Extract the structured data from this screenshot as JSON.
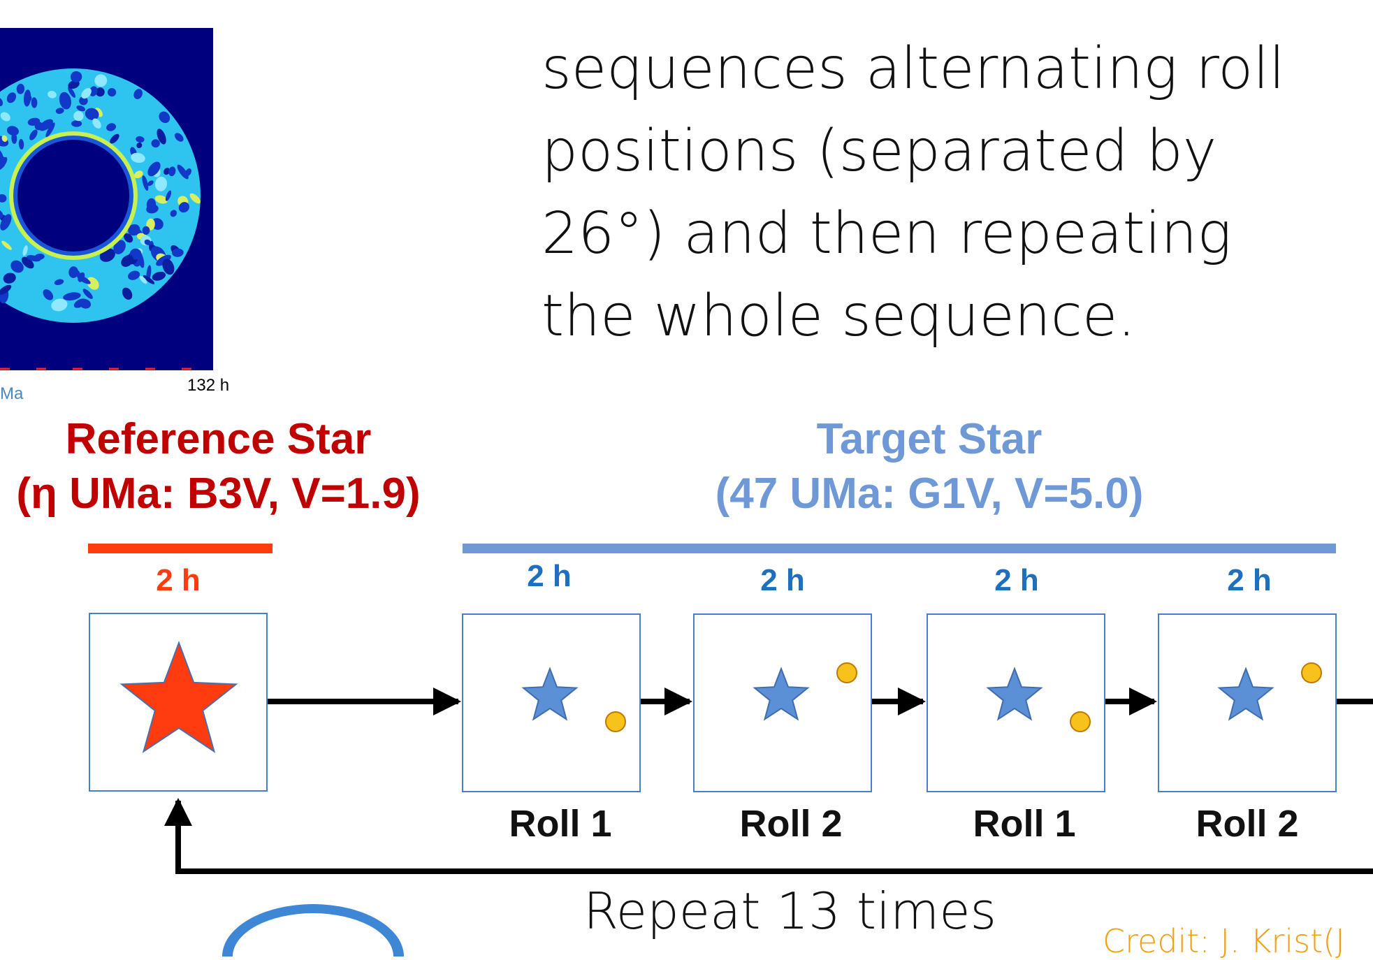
{
  "body_text": {
    "line1": "sequences alternating roll",
    "line2": "positions (separated by",
    "line3": "26°) and then repeating",
    "line4": "the whole sequence."
  },
  "image_captions": {
    "partial_left": "Ma",
    "time_label": "132 h"
  },
  "reference": {
    "title_line1": "Reference Star",
    "title_line2": "(η UMa: B3V, V=1.9)",
    "duration": "2 h",
    "color": "#FF3B10"
  },
  "target": {
    "title_line1": "Target Star",
    "title_line2": "(47 UMa: G1V, V=5.0)",
    "color": "#6E98D6",
    "panels": [
      {
        "duration": "2 h",
        "roll": "Roll 1",
        "companion": "lower-right"
      },
      {
        "duration": "2 h",
        "roll": "Roll 2",
        "companion": "upper-right"
      },
      {
        "duration": "2 h",
        "roll": "Roll 1",
        "companion": "lower-right"
      },
      {
        "duration": "2 h",
        "roll": "Roll 2",
        "companion": "upper-right"
      }
    ]
  },
  "loop_label": "Repeat 13 times",
  "credit": "Credit: J. Krist(J",
  "colors": {
    "star_blue": "#5B8FD6",
    "companion_yellow": "#F7C21B",
    "reference_red": "#FF3B10",
    "image_background": "#00007E",
    "image_speckle": "#2FC4F0",
    "title_red": "#C00000",
    "duration_blue": "#1F6FBF"
  }
}
